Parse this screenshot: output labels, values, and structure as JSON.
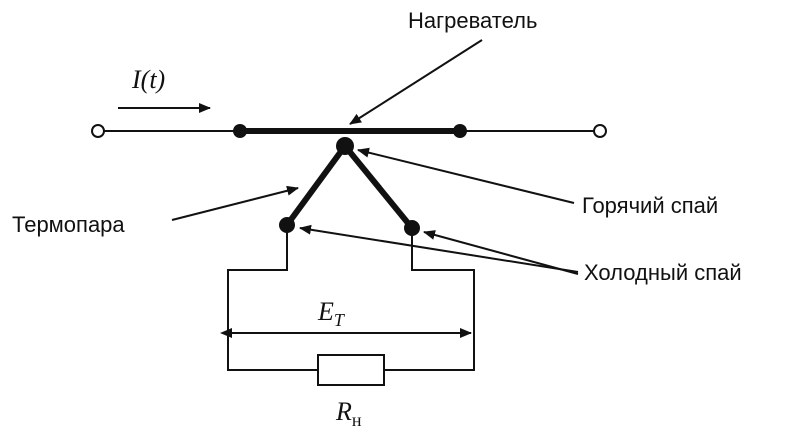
{
  "labels": {
    "heater": "Нагреватель",
    "thermocouple": "Термопара",
    "hot_junction": "Горячий спай",
    "cold_junction": "Холодный спай"
  },
  "math": {
    "current": "I(t)",
    "emf_main": "E",
    "emf_sub": "T",
    "load_main": "R",
    "load_sub": "н"
  },
  "colors": {
    "ink": "#111111",
    "background": "#ffffff"
  }
}
